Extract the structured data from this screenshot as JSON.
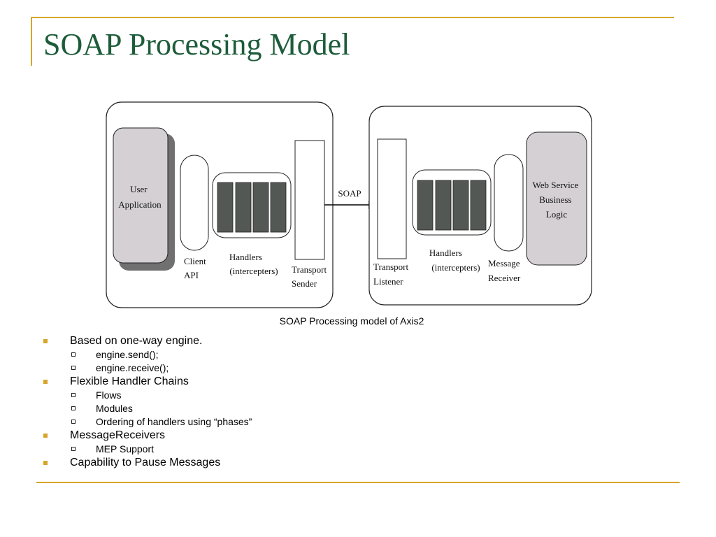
{
  "title": "SOAP Processing Model",
  "diagram": {
    "user_application": [
      "User",
      "Application"
    ],
    "client_api": [
      "Client",
      "API"
    ],
    "client_handlers": [
      "Handlers",
      "(intercepters)"
    ],
    "transport_sender": [
      "Transport",
      "Sender"
    ],
    "soap_label": "SOAP",
    "transport_listener": [
      "Transport",
      "Listener"
    ],
    "server_handlers": [
      "Handlers",
      "(intercepters)"
    ],
    "message_receiver": [
      "Message",
      "Receiver"
    ],
    "web_service": [
      "Web Service",
      "Business",
      "Logic"
    ]
  },
  "caption": "SOAP Processing model of Axis2",
  "bullets": [
    {
      "text": "Based on one-way engine.",
      "sub": [
        "engine.send();",
        "engine.receive();"
      ]
    },
    {
      "text": "Flexible Handler Chains",
      "sub": [
        "Flows",
        "Modules",
        "Ordering of handlers using “phases”"
      ]
    },
    {
      "text": "MessageReceivers",
      "sub": [
        "MEP Support"
      ]
    },
    {
      "text": "Capability to Pause Messages",
      "sub": []
    }
  ],
  "colors": {
    "title": "#1d5c3a",
    "accent_rule": "#d6a52a",
    "box_fill": "#d4d0d4",
    "handler_fill": "#545854"
  }
}
